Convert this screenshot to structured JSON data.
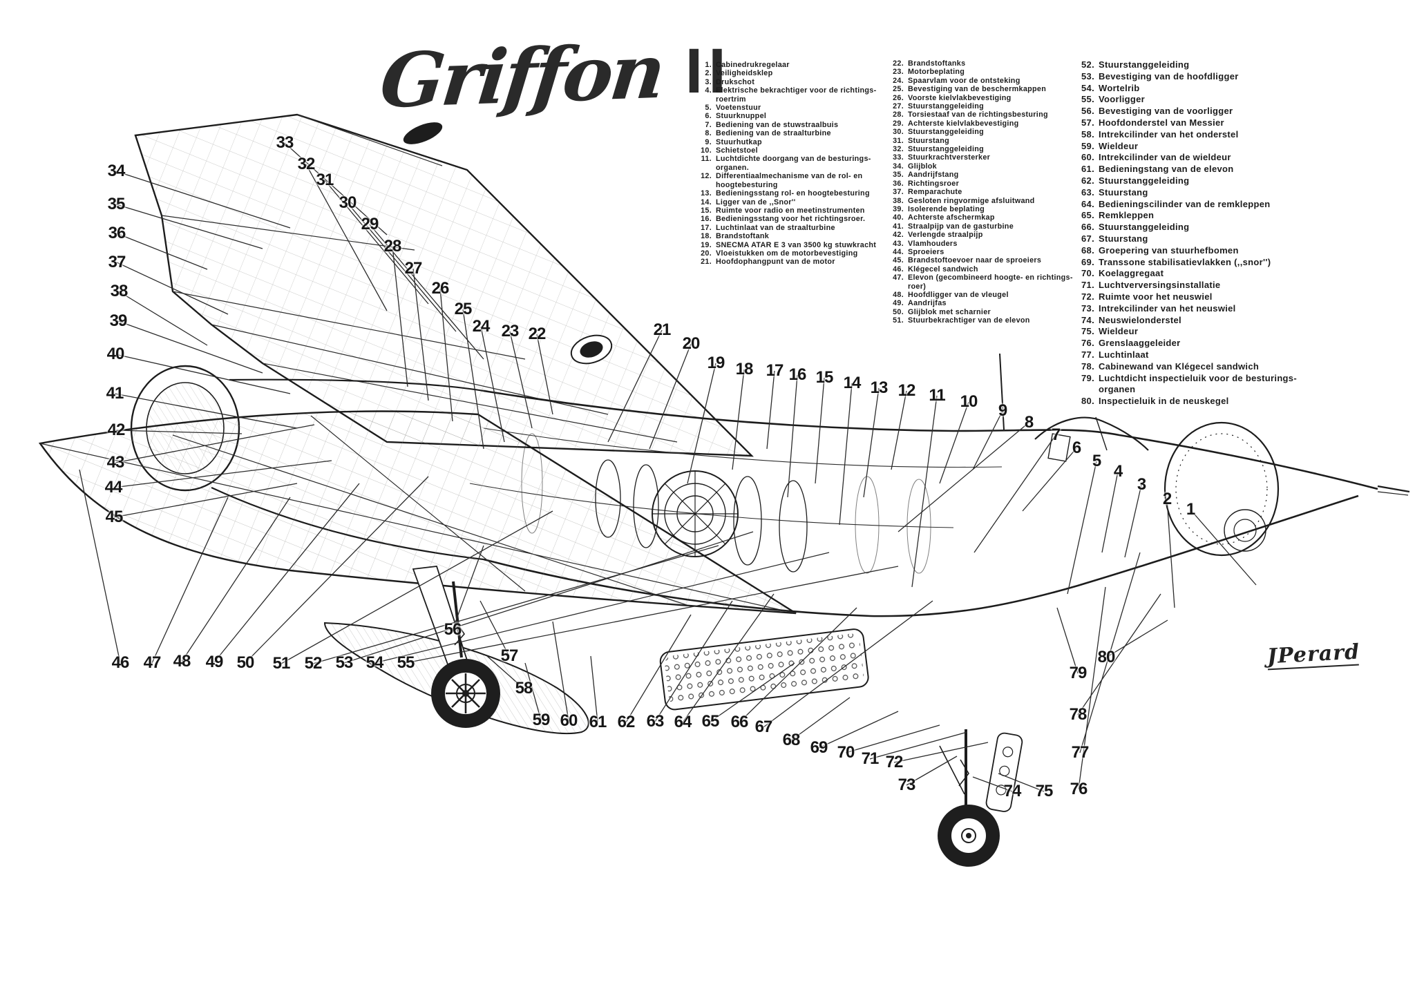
{
  "title": {
    "script": "Griffon",
    "numeral": "II"
  },
  "signature": "JPerard",
  "colors": {
    "paper": "#ffffff",
    "ink": "#1c1c1c",
    "line": "#2b2b2b"
  },
  "legend": {
    "columns": [
      {
        "items": [
          {
            "n": 1,
            "text": "Cabinedrukregelaar"
          },
          {
            "n": 2,
            "text": "Veiligheidsklep"
          },
          {
            "n": 3,
            "text": "Drukschot"
          },
          {
            "n": 4,
            "text": "Elektrische bekrachtiger voor de richtings-roertrim"
          },
          {
            "n": 5,
            "text": "Voetenstuur"
          },
          {
            "n": 6,
            "text": "Stuurknuppel"
          },
          {
            "n": 7,
            "text": "Bediening van de stuwstraalbuis"
          },
          {
            "n": 8,
            "text": "Bediening van de straalturbine"
          },
          {
            "n": 9,
            "text": "Stuurhutkap"
          },
          {
            "n": 10,
            "text": "Schietstoel"
          },
          {
            "n": 11,
            "text": "Luchtdichte doorgang van de besturings-organen."
          },
          {
            "n": 12,
            "text": "Differentiaalmechanisme van de rol- en hoogtebesturing"
          },
          {
            "n": 13,
            "text": "Bedieningsstang rol- en hoogtebesturing"
          },
          {
            "n": 14,
            "text": "Ligger van de ,,Snor''"
          },
          {
            "n": 15,
            "text": "Ruimte voor radio en meetinstrumenten"
          },
          {
            "n": 16,
            "text": "Bedieningsstang voor het richtingsroer."
          },
          {
            "n": 17,
            "text": "Luchtinlaat van de straalturbine"
          },
          {
            "n": 18,
            "text": "Brandstoftank"
          },
          {
            "n": 19,
            "text": "SNECMA ATAR E 3 van 3500 kg stuwkracht"
          },
          {
            "n": 20,
            "text": "Vloeistukken om de motorbevestiging"
          },
          {
            "n": 21,
            "text": "Hoofdophangpunt van de motor"
          }
        ]
      },
      {
        "items": [
          {
            "n": 22,
            "text": "Brandstoftanks"
          },
          {
            "n": 23,
            "text": "Motorbeplating"
          },
          {
            "n": 24,
            "text": "Spaarvlam voor de ontsteking"
          },
          {
            "n": 25,
            "text": "Bevestiging van de beschermkappen"
          },
          {
            "n": 26,
            "text": "Voorste kielvlakbevestiging"
          },
          {
            "n": 27,
            "text": "Stuurstanggeleiding"
          },
          {
            "n": 28,
            "text": "Torsiestaaf van de richtingsbesturing"
          },
          {
            "n": 29,
            "text": "Achterste kielvlakbevestiging"
          },
          {
            "n": 30,
            "text": "Stuurstanggeleiding"
          },
          {
            "n": 31,
            "text": "Stuurstang"
          },
          {
            "n": 32,
            "text": "Stuurstanggeleiding"
          },
          {
            "n": 33,
            "text": "Stuurkrachtversterker"
          },
          {
            "n": 34,
            "text": "Glijblok"
          },
          {
            "n": 35,
            "text": "Aandrijfstang"
          },
          {
            "n": 36,
            "text": "Richtingsroer"
          },
          {
            "n": 37,
            "text": "Remparachute"
          },
          {
            "n": 38,
            "text": "Gesloten ringvormige afsluitwand"
          },
          {
            "n": 39,
            "text": "Isolerende beplating"
          },
          {
            "n": 40,
            "text": "Achterste afschermkap"
          },
          {
            "n": 41,
            "text": "Straalpijp van de gasturbine"
          },
          {
            "n": 42,
            "text": "Verlengde straalpijp"
          },
          {
            "n": 43,
            "text": "Vlamhouders"
          },
          {
            "n": 44,
            "text": "Sproeiers"
          },
          {
            "n": 45,
            "text": "Brandstoftoevoer naar de sproeiers"
          },
          {
            "n": 46,
            "text": "Klégecel sandwich"
          },
          {
            "n": 47,
            "text": "Elevon (gecombineerd hoogte- en richtings-roer)"
          },
          {
            "n": 48,
            "text": "Hoofdligger van de vleugel"
          },
          {
            "n": 49,
            "text": "Aandrijfas"
          },
          {
            "n": 50,
            "text": "Glijblok met scharnier"
          },
          {
            "n": 51,
            "text": "Stuurbekrachtiger van de elevon"
          }
        ]
      },
      {
        "items": [
          {
            "n": 52,
            "text": "Stuurstanggeleiding"
          },
          {
            "n": 53,
            "text": "Bevestiging van de hoofdligger"
          },
          {
            "n": 54,
            "text": "Wortelrib"
          },
          {
            "n": 55,
            "text": "Voorligger"
          },
          {
            "n": 56,
            "text": "Bevestiging van de voorligger"
          },
          {
            "n": 57,
            "text": "Hoofdonderstel van Messier"
          },
          {
            "n": 58,
            "text": "Intrekcilinder van het onderstel"
          },
          {
            "n": 59,
            "text": "Wieldeur"
          },
          {
            "n": 60,
            "text": "Intrekcilinder van de wieldeur"
          },
          {
            "n": 61,
            "text": "Bedieningstang van de elevon"
          },
          {
            "n": 62,
            "text": "Stuurstanggeleiding"
          },
          {
            "n": 63,
            "text": "Stuurstang"
          },
          {
            "n": 64,
            "text": "Bedieningscilinder van de remkleppen"
          },
          {
            "n": 65,
            "text": "Remkleppen"
          },
          {
            "n": 66,
            "text": "Stuurstanggeleiding"
          },
          {
            "n": 67,
            "text": "Stuurstang"
          },
          {
            "n": 68,
            "text": "Groepering van stuurhefbomen"
          },
          {
            "n": 69,
            "text": "Transsone stabilisatievlakken (,,snor'')"
          },
          {
            "n": 70,
            "text": "Koelaggregaat"
          },
          {
            "n": 71,
            "text": "Luchtverversingsinstallatie"
          },
          {
            "n": 72,
            "text": "Ruimte voor het neuswiel"
          },
          {
            "n": 73,
            "text": "Intrekcilinder van het neuswiel"
          },
          {
            "n": 74,
            "text": "Neuswielonderstel"
          },
          {
            "n": 75,
            "text": "Wieldeur"
          },
          {
            "n": 76,
            "text": "Grenslaaggeleider"
          },
          {
            "n": 77,
            "text": "Luchtinlaat"
          },
          {
            "n": 78,
            "text": "Cabinewand van Klégecel sandwich"
          },
          {
            "n": 79,
            "text": "Luchtdicht inspectieluik voor de besturings-organen"
          },
          {
            "n": 80,
            "text": "Inspectieluik in de neuskegel"
          }
        ]
      }
    ]
  },
  "callouts": [
    [
      1,
      1723,
      738,
      1818,
      847
    ],
    [
      2,
      1689,
      723,
      1700,
      880
    ],
    [
      3,
      1652,
      702,
      1628,
      807
    ],
    [
      4,
      1618,
      683,
      1595,
      800
    ],
    [
      5,
      1587,
      668,
      1545,
      860
    ],
    [
      6,
      1558,
      649,
      1480,
      740
    ],
    [
      7,
      1528,
      630,
      1410,
      800
    ],
    [
      8,
      1489,
      612,
      1300,
      770
    ],
    [
      9,
      1451,
      595,
      1408,
      680
    ],
    [
      10,
      1402,
      582,
      1360,
      700
    ],
    [
      11,
      1356,
      573,
      1320,
      850
    ],
    [
      12,
      1312,
      566,
      1290,
      680
    ],
    [
      13,
      1272,
      562,
      1250,
      720
    ],
    [
      14,
      1233,
      555,
      1215,
      760
    ],
    [
      15,
      1193,
      547,
      1180,
      700
    ],
    [
      16,
      1154,
      543,
      1140,
      720
    ],
    [
      17,
      1121,
      537,
      1110,
      650
    ],
    [
      18,
      1077,
      535,
      1060,
      680
    ],
    [
      19,
      1036,
      526,
      995,
      700
    ],
    [
      20,
      1000,
      498,
      940,
      650
    ],
    [
      21,
      958,
      478,
      880,
      640
    ],
    [
      22,
      777,
      484,
      800,
      600
    ],
    [
      23,
      738,
      480,
      770,
      620
    ],
    [
      24,
      696,
      473,
      730,
      640
    ],
    [
      25,
      670,
      448,
      700,
      650
    ],
    [
      26,
      637,
      418,
      655,
      610
    ],
    [
      27,
      598,
      389,
      620,
      580
    ],
    [
      28,
      568,
      357,
      590,
      560
    ],
    [
      29,
      535,
      325,
      700,
      520
    ],
    [
      30,
      503,
      294,
      660,
      480
    ],
    [
      31,
      470,
      261,
      620,
      440
    ],
    [
      32,
      443,
      238,
      560,
      450
    ],
    [
      33,
      412,
      207,
      560,
      340
    ],
    [
      34,
      168,
      248,
      420,
      330
    ],
    [
      35,
      168,
      296,
      380,
      360
    ],
    [
      36,
      169,
      338,
      300,
      390
    ],
    [
      37,
      169,
      380,
      330,
      455
    ],
    [
      38,
      172,
      422,
      300,
      500
    ],
    [
      39,
      171,
      465,
      380,
      540
    ],
    [
      40,
      167,
      513,
      420,
      570
    ],
    [
      41,
      166,
      570,
      430,
      620
    ],
    [
      42,
      168,
      623,
      350,
      628
    ],
    [
      43,
      167,
      670,
      455,
      615
    ],
    [
      44,
      164,
      706,
      480,
      667
    ],
    [
      45,
      165,
      749,
      430,
      700
    ],
    [
      46,
      174,
      960,
      115,
      680
    ],
    [
      47,
      220,
      960,
      330,
      720
    ],
    [
      48,
      263,
      958,
      420,
      720
    ],
    [
      49,
      310,
      959,
      520,
      700
    ],
    [
      50,
      355,
      960,
      620,
      690
    ],
    [
      51,
      407,
      961,
      800,
      740
    ],
    [
      52,
      453,
      961,
      1040,
      790
    ],
    [
      53,
      498,
      960,
      1090,
      770
    ],
    [
      54,
      542,
      960,
      1200,
      800
    ],
    [
      55,
      587,
      960,
      1300,
      820
    ],
    [
      56,
      655,
      912,
      700,
      790
    ],
    [
      57,
      737,
      950,
      695,
      870
    ],
    [
      58,
      758,
      997,
      705,
      950
    ],
    [
      59,
      783,
      1043,
      760,
      960
    ],
    [
      60,
      823,
      1044,
      800,
      900
    ],
    [
      61,
      865,
      1046,
      855,
      950
    ],
    [
      62,
      906,
      1046,
      1000,
      890
    ],
    [
      63,
      948,
      1045,
      1060,
      870
    ],
    [
      64,
      988,
      1046,
      1120,
      860
    ],
    [
      65,
      1028,
      1045,
      1150,
      960
    ],
    [
      66,
      1070,
      1046,
      1240,
      880
    ],
    [
      67,
      1105,
      1053,
      1350,
      870
    ],
    [
      68,
      1145,
      1072,
      1230,
      1010
    ],
    [
      69,
      1185,
      1083,
      1300,
      1030
    ],
    [
      70,
      1224,
      1090,
      1360,
      1050
    ],
    [
      71,
      1259,
      1099,
      1400,
      1060
    ],
    [
      72,
      1294,
      1104,
      1430,
      1075
    ],
    [
      73,
      1312,
      1137,
      1385,
      1095
    ],
    [
      74,
      1465,
      1146,
      1408,
      1125
    ],
    [
      75,
      1511,
      1146,
      1445,
      1120
    ],
    [
      76,
      1561,
      1143,
      1600,
      850
    ],
    [
      77,
      1563,
      1090,
      1650,
      800
    ],
    [
      78,
      1560,
      1035,
      1680,
      860
    ],
    [
      79,
      1560,
      975,
      1530,
      880
    ],
    [
      80,
      1601,
      952,
      1690,
      898
    ]
  ]
}
